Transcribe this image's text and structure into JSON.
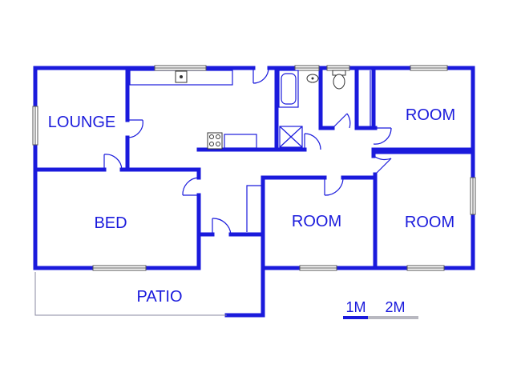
{
  "plan": {
    "wall_color": "#1a1adc",
    "rooms": {
      "lounge": "LOUNGE",
      "bed": "BED",
      "room_top_right": "ROOM",
      "room_center": "ROOM",
      "room_bottom_right": "ROOM",
      "patio": "PATIO"
    },
    "scale": {
      "label_1": "1M",
      "label_2": "2M"
    }
  }
}
